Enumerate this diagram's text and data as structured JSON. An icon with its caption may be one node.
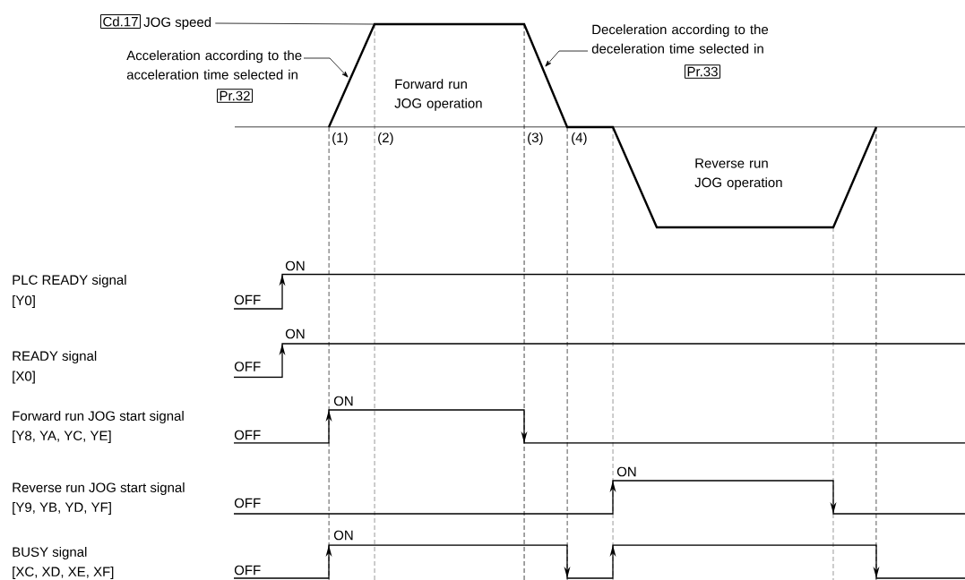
{
  "diagram": {
    "nodes": [
      {
        "text": [
          "Cd.17"
        ],
        "beside": [
          "JOG speed"
        ]
      },
      {
        "text": [
          "Acceleration according to the acceleration time selected in"
        ]
      },
      {
        "text": [
          "Pr.32"
        ]
      },
      {
        "text": [
          "Deceleration according to the deceleration time selected in"
        ]
      },
      {
        "text": [
          "Pr.33"
        ]
      }
    ],
    "edges": [
      {
        "from": 0,
        "to": null,
        "arrow": "none"
      },
      {
        "from": 1,
        "to": null,
        "arrow": "to"
      },
      {
        "from": 3,
        "to": null,
        "arrow": "to"
      }
    ],
    "labels": [
      "Forward run JOG operation",
      "(1)",
      "(2)",
      "(3)",
      "(4)",
      "Reverse run JOG operation",
      "ON",
      "PLC READY signal",
      "[Y0]",
      "OFF",
      "ON",
      "READY signal",
      "[X0]",
      "OFF",
      "ON",
      "Forward run JOG start signal",
      "[Y8, YA, YC, YE]",
      "OFF",
      "ON",
      "Reverse run JOG start signal",
      "[Y9, YB, YD, YF]",
      "OFF",
      "ON",
      "BUSY signal",
      "[XC, XD, XE, XF]",
      "OFF"
    ]
  }
}
